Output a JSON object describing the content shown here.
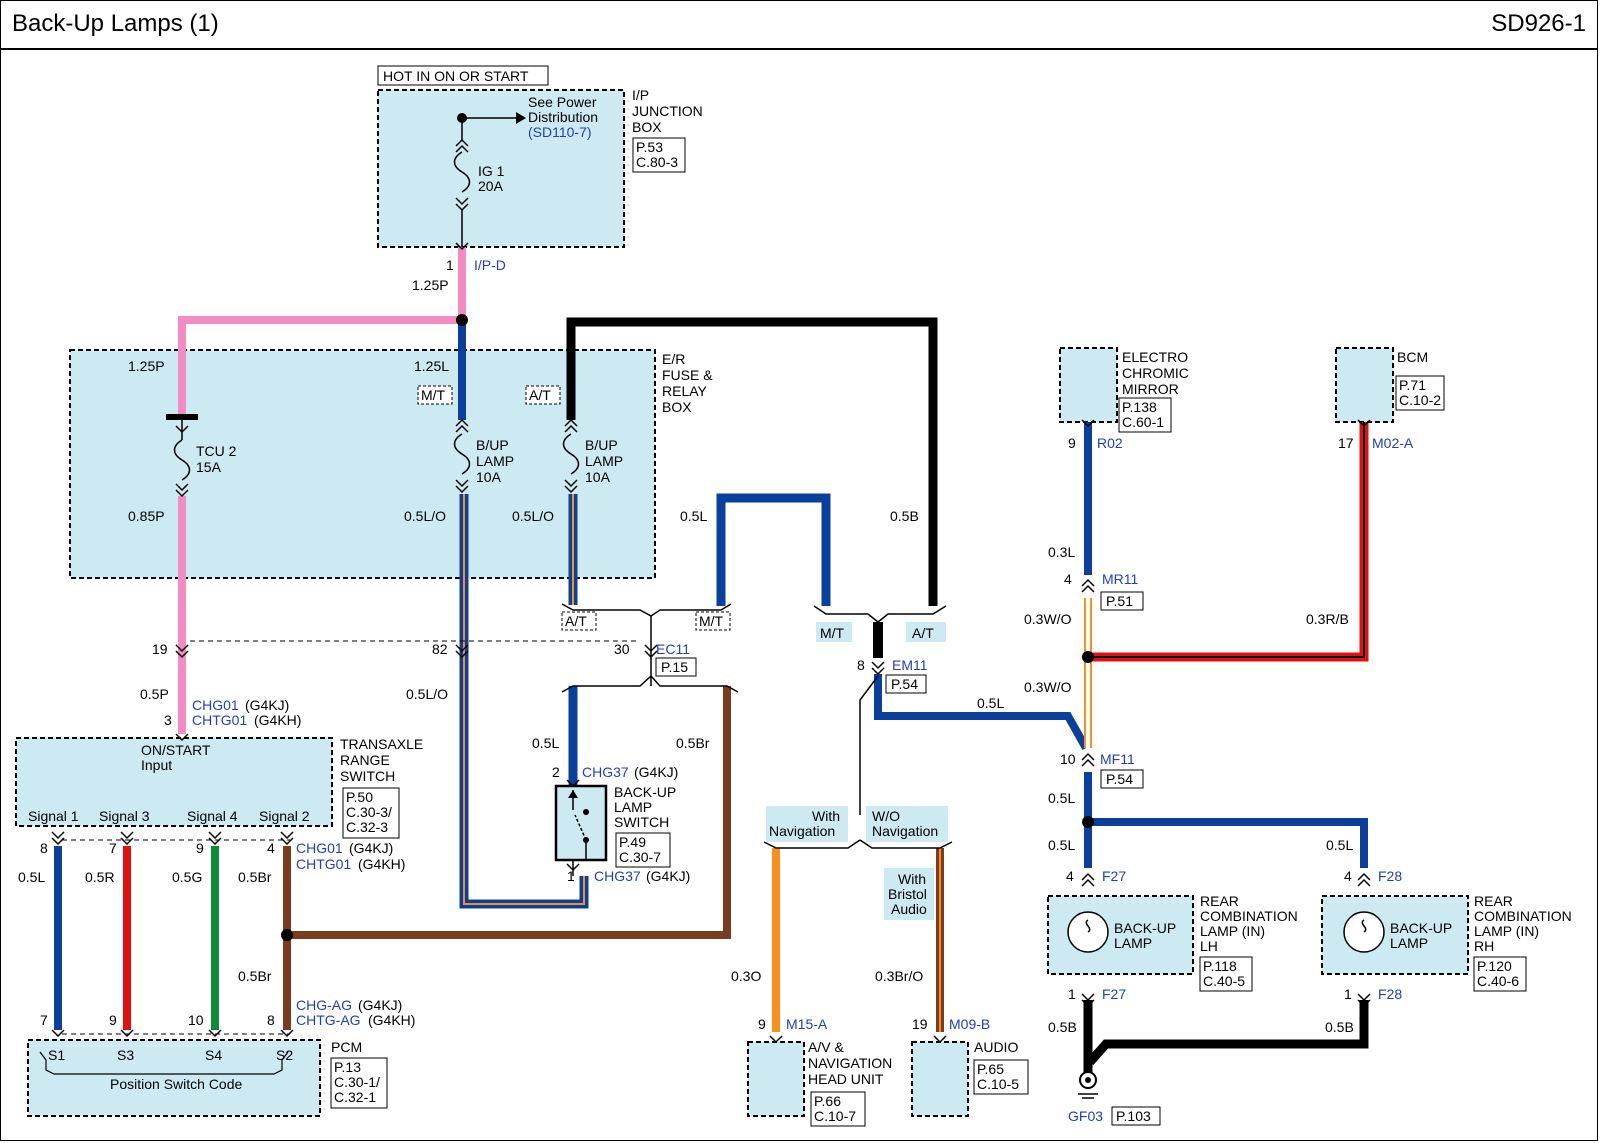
{
  "header": {
    "title": "Back-Up Lamps (1)",
    "code": "SD926-1"
  },
  "hot_label": "HOT IN ON OR START",
  "ip_jb": {
    "name": [
      "I/P",
      "JUNCTION",
      "BOX"
    ],
    "ref": [
      "P.53",
      "C.80-3"
    ],
    "see": [
      "See Power",
      "Distribution"
    ],
    "see_link": "(SD110-7)",
    "fuse": [
      "IG 1",
      "20A"
    ],
    "pin": "1",
    "conn": "I/P-D",
    "wire": "1.25P"
  },
  "er_box": {
    "name": [
      "E/R",
      "FUSE &",
      "RELAY",
      "BOX"
    ],
    "wire_left_top": "1.25P",
    "wire_mid_top": "1.25L",
    "mt": "M/T",
    "at": "A/T",
    "fuse_tcu": [
      "TCU 2",
      "15A"
    ],
    "fuse_bup1": [
      "B/UP",
      "LAMP",
      "10A"
    ],
    "fuse_bup2": [
      "B/UP",
      "LAMP",
      "10A"
    ],
    "wire_left_bot": "0.85P",
    "wire_mid_bot": "0.5L/O",
    "wire_right_bot": "0.5L/O"
  },
  "ec11": {
    "pins": [
      "19",
      "82",
      "30"
    ],
    "name": "EC11",
    "ref": "P.15",
    "at": "A/T",
    "mt": "M/T",
    "wire_l": "0.5L",
    "wire_b": "0.5B"
  },
  "em11": {
    "pin": "8",
    "name": "EM11",
    "ref": "P.54",
    "mt": "M/T",
    "at": "A/T",
    "wire": "0.5L"
  },
  "trs": {
    "pin": "3",
    "wire": "0.5P",
    "conn1": "CHG01",
    "conn1_suffix": "(G4KJ)",
    "conn2": "CHTG01",
    "conn2_suffix": "(G4KH)",
    "inner": [
      "ON/START",
      "Input"
    ],
    "name": [
      "TRANSAXLE",
      "RANGE",
      "SWITCH"
    ],
    "ref": [
      "P.50",
      "C.30-3/",
      "C.32-3"
    ],
    "signals": [
      "Signal 1",
      "Signal 3",
      "Signal 4",
      "Signal 2"
    ],
    "sig_pins_top": [
      "8",
      "7",
      "9",
      "4"
    ],
    "sig_wires": [
      "0.5L",
      "0.5R",
      "0.5G",
      "0.5Br"
    ],
    "bot_conn1": "CHG01",
    "bot_conn1_suffix": "(G4KJ)",
    "bot_conn2": "CHTG01",
    "bot_conn2_suffix": "(G4KH)",
    "wire_mid": "0.5L/O"
  },
  "pcm": {
    "pins": [
      "7",
      "9",
      "10",
      "8"
    ],
    "wire": "0.5Br",
    "conn1": "CHG-AG",
    "conn1_suffix": "(G4KJ)",
    "conn2": "CHTG-AG",
    "conn2_suffix": "(G4KH)",
    "slots": [
      "S1",
      "S3",
      "S4",
      "S2"
    ],
    "code_label": "Position Switch Code",
    "name": "PCM",
    "ref": [
      "P.13",
      "C.30-1/",
      "C.32-1"
    ]
  },
  "bul_switch": {
    "wire_top": "0.5L",
    "wire_br": "0.5Br",
    "pin_top": "2",
    "conn_top": "CHG37",
    "conn_top_suffix": "(G4KJ)",
    "name": [
      "BACK-UP",
      "LAMP",
      "SWITCH"
    ],
    "ref": [
      "P.49",
      "C.30-7"
    ],
    "pin_bot": "1",
    "conn_bot": "CHG37",
    "conn_bot_suffix": "(G4KJ)"
  },
  "nav": {
    "with": [
      "With",
      "Navigation"
    ],
    "wo": [
      "W/O",
      "Navigation"
    ],
    "bristol": [
      "With",
      "Bristol",
      "Audio"
    ],
    "wire_av": "0.3O",
    "wire_audio": "0.3Br/O",
    "pin_av": "9",
    "conn_av": "M15-A",
    "pin_audio": "19",
    "conn_audio": "M09-B",
    "av_name": [
      "A/V &",
      "NAVIGATION",
      "HEAD UNIT"
    ],
    "av_ref": [
      "P.66",
      "C.10-7"
    ],
    "audio_name": "AUDIO",
    "audio_ref": [
      "P.65",
      "C.10-5"
    ]
  },
  "ecm": {
    "name": [
      "ELECTRO",
      "CHROMIC",
      "MIRROR"
    ],
    "ref": [
      "P.138",
      "C.60-1"
    ],
    "pin": "9",
    "conn": "R02",
    "wire": "0.3L"
  },
  "bcm": {
    "name": "BCM",
    "ref": [
      "P.71",
      "C.10-2"
    ],
    "pin": "17",
    "conn": "M02-A",
    "wire": "0.3R/B"
  },
  "mr11": {
    "pin": "4",
    "name": "MR11",
    "ref": "P.51",
    "wire_top": "0.3W/O",
    "wire_bot": "0.3W/O"
  },
  "mf11": {
    "pin": "10",
    "name": "MF11",
    "ref": "P.54",
    "wire1": "0.5L",
    "wire2": "0.5L",
    "wire3": "0.5L"
  },
  "lamp_lh": {
    "pin_top": "4",
    "conn": "F27",
    "label": [
      "BACK-UP",
      "LAMP"
    ],
    "name": [
      "REAR",
      "COMBINATION",
      "LAMP (IN)",
      "LH"
    ],
    "ref": [
      "P.118",
      "C.40-5"
    ],
    "pin_bot": "1",
    "conn_bot": "F27",
    "wire_bot": "0.5B"
  },
  "lamp_rh": {
    "pin_top": "4",
    "conn": "F28",
    "label": [
      "BACK-UP",
      "LAMP"
    ],
    "name": [
      "REAR",
      "COMBINATION",
      "LAMP (IN)",
      "RH"
    ],
    "ref": [
      "P.120",
      "C.40-6"
    ],
    "pin_bot": "1",
    "conn_bot": "F28",
    "wire_bot": "0.5B"
  },
  "ground": {
    "name": "GF03",
    "ref": "P.103"
  },
  "colors": {
    "pink": "#f48cc4",
    "blue": "#0a3f9c",
    "black": "#000000",
    "red": "#e01010",
    "green": "#0a8a3a",
    "brown": "#7a3b1f",
    "orange": "#f7901e",
    "box_fill": "#cdeaf2",
    "link": "#1f3fbf"
  }
}
